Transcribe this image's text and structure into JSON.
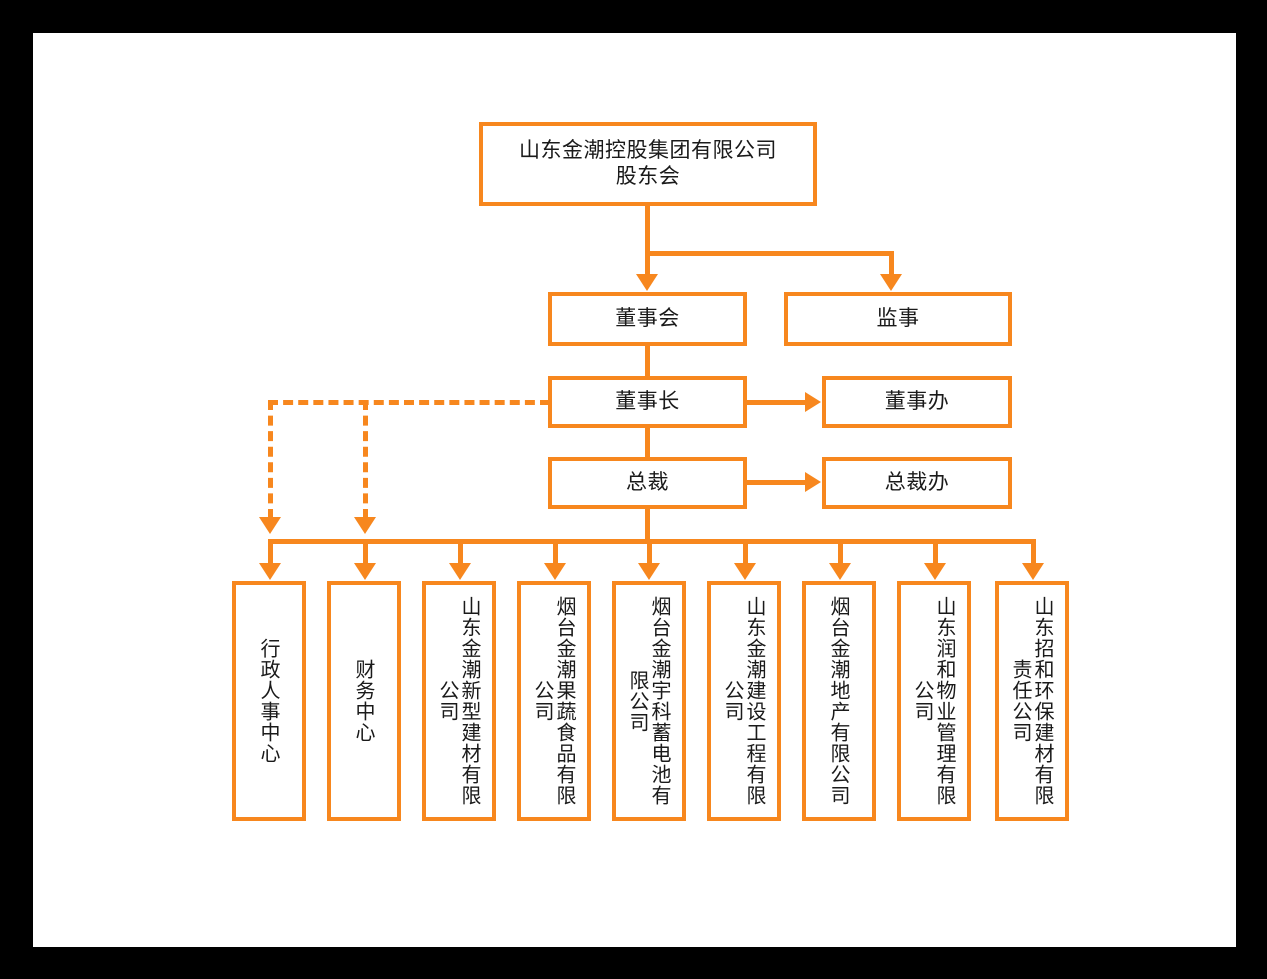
{
  "theme": {
    "accent": "#F7871E",
    "frame": "#000000",
    "canvas": "#FFFFFF",
    "text": "#1A1A1A"
  },
  "chart": {
    "type": "org-chart",
    "title_box": {
      "line1": "山东金潮控股集团有限公司",
      "line2": "股东会"
    },
    "level2": [
      {
        "label": "董事会"
      },
      {
        "label": "监事"
      }
    ],
    "level3": {
      "main": "董事长",
      "office": "董事办"
    },
    "level4": {
      "main": "总裁",
      "office": "总裁办"
    },
    "units": [
      {
        "label": "行政人事中心",
        "dashed": true
      },
      {
        "label": "财务中心",
        "dashed": true
      },
      {
        "label": "山东金潮新型建材有限公司",
        "dashed": false
      },
      {
        "label": "烟台金潮果蔬食品有限公司",
        "dashed": false
      },
      {
        "label": "烟台金潮宇科蓄电池有限公司",
        "dashed": false
      },
      {
        "label": "山东金潮建设工程有限公司",
        "dashed": false
      },
      {
        "label": "烟台金潮地产有限公司",
        "dashed": false
      },
      {
        "label": "山东润和物业管理有限公司",
        "dashed": false
      },
      {
        "label": "山东招和环保建材有限责任公司",
        "dashed": false
      }
    ]
  }
}
